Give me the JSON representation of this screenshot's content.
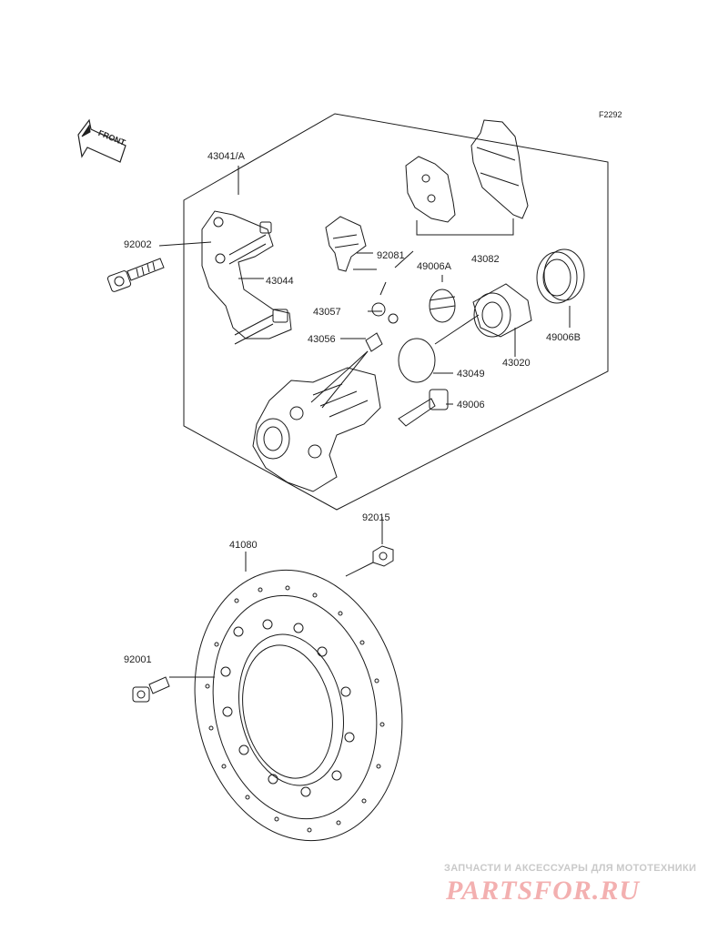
{
  "diagram_code": "F2292",
  "front_arrow_text": "FRONT",
  "labels": {
    "l43041": "43041/A",
    "l92002": "92002",
    "l43044": "43044",
    "l92081": "92081",
    "l43082": "43082",
    "l49006A": "49006A",
    "l43057": "43057",
    "l43056": "43056",
    "l43049": "43049",
    "l49006": "49006",
    "l43020": "43020",
    "l49006B": "49006B",
    "l92015": "92015",
    "l41080": "41080",
    "l92001": "92001"
  },
  "watermark": {
    "tagline": "ЗАПЧАСТИ И АКСЕССУАРЫ ДЛЯ МОТОТЕХНИКИ",
    "logo": "PARTSFOR.RU"
  }
}
